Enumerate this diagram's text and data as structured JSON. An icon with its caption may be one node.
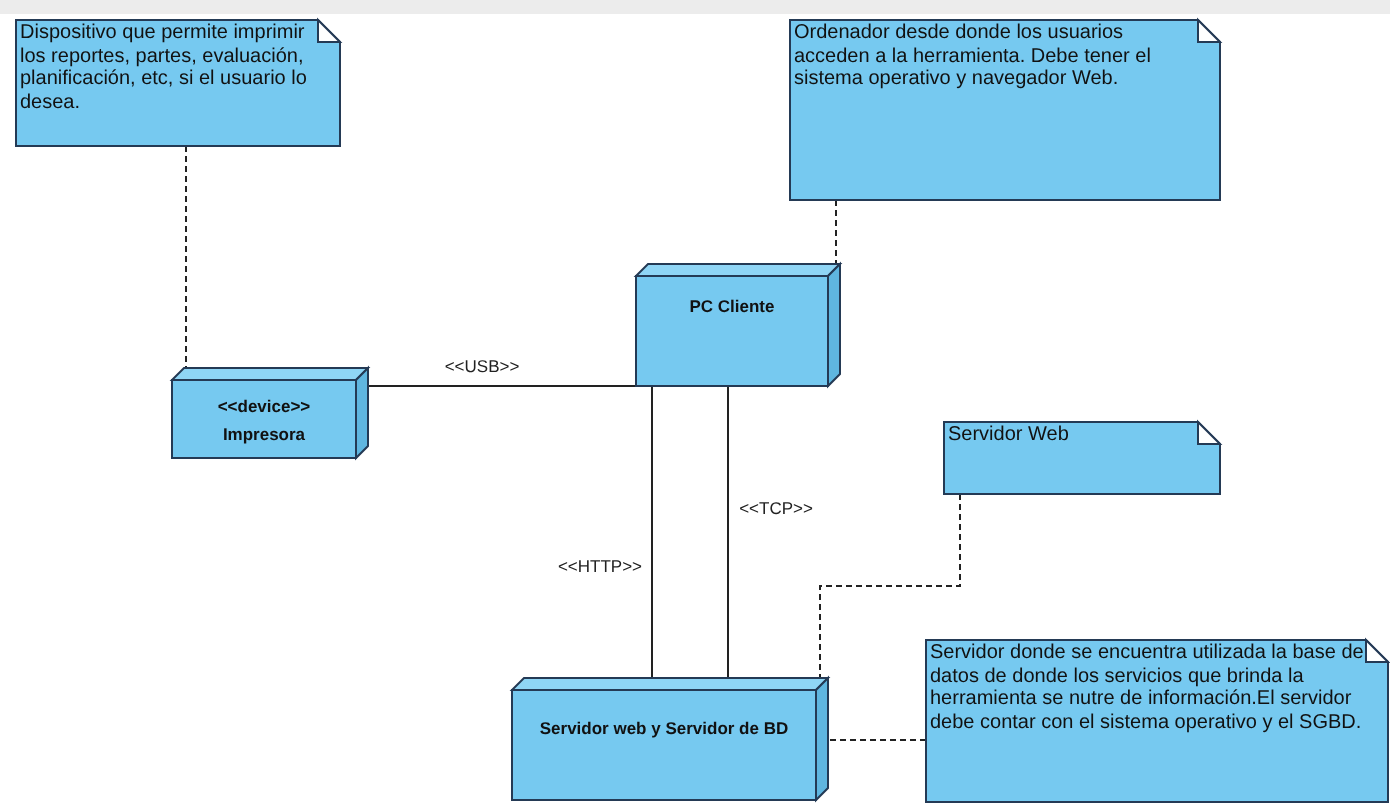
{
  "diagram": {
    "nodes": [
      {
        "text": [
          "Dispositivo que permite imprimir los reportes, partes, evaluación, planificación, etc, si el usuario lo desea."
        ]
      },
      {
        "text": [
          "Ordenador desde donde los usuarios acceden a la herramienta. Debe tener el sistema operativo y navegador Web."
        ]
      },
      {
        "text": [
          "PC Cliente"
        ]
      },
      {
        "text": [
          "<<device>>",
          "Impresora"
        ]
      },
      {
        "text": [
          "Servidor Web"
        ]
      },
      {
        "text": [
          "Servidor web y Servidor de BD"
        ]
      },
      {
        "text": [
          "Servidor donde se encuentra utilizada la base de datos de donde los servicios que brinda la herramienta se nutre de información.El servidor debe contar con el sistema operativo y el SGBD."
        ]
      }
    ],
    "edges": [
      {
        "from": 3,
        "to": 2,
        "arrow": "none",
        "label": "<<USB>>"
      },
      {
        "from": 2,
        "to": 5,
        "arrow": "none",
        "label": "<<HTTP>>"
      },
      {
        "from": 2,
        "to": 5,
        "arrow": "none",
        "label": "<<TCP>>"
      },
      {
        "from": 0,
        "to": 3,
        "arrow": "none",
        "style": "dashed"
      },
      {
        "from": 1,
        "to": 2,
        "arrow": "none",
        "style": "dashed"
      },
      {
        "from": 4,
        "to": 5,
        "arrow": "none",
        "style": "dashed"
      },
      {
        "from": 6,
        "to": 5,
        "arrow": "none",
        "style": "dashed"
      }
    ]
  }
}
